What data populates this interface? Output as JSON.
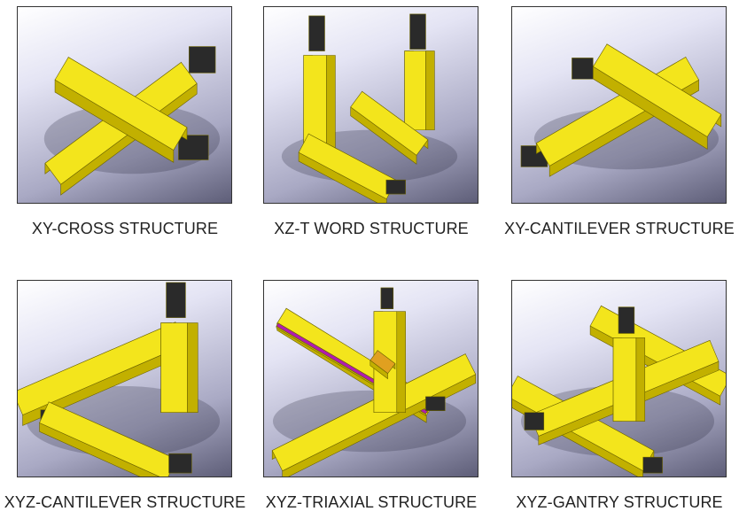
{
  "items": [
    {
      "caption": "XY-CROSS STRUCTURE"
    },
    {
      "caption": "XZ-T WORD STRUCTURE"
    },
    {
      "caption": "XY-CANTILEVER STRUCTURE"
    },
    {
      "caption": "XYZ-CANTILEVER STRUCTURE"
    },
    {
      "caption": "XYZ-TRIAXIAL STRUCTURE"
    },
    {
      "caption": "XYZ-GANTRY STRUCTURE"
    }
  ],
  "colors": {
    "rail_top": "#f3e51c",
    "rail_side": "#c2b000",
    "motor": "#2a2a2a",
    "cable_chain": "#b01cb0"
  }
}
